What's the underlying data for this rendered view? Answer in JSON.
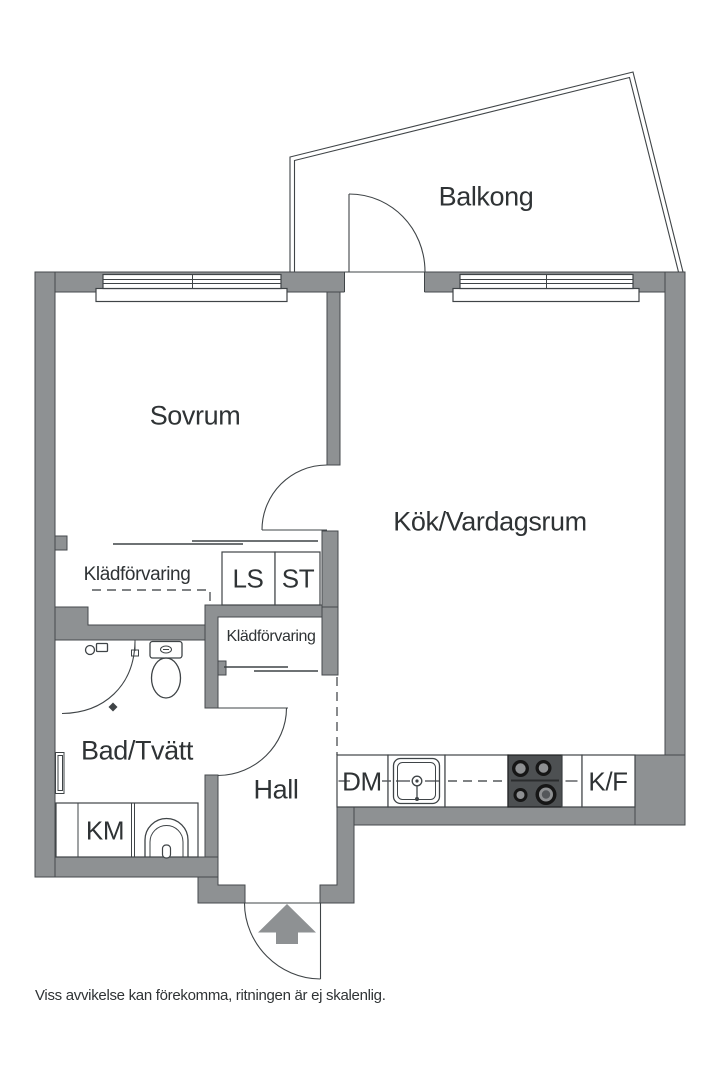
{
  "colors": {
    "wall": "#8e9193",
    "outline": "#45494c",
    "line": "#3f4447",
    "dashline": "#55595c",
    "stove": "#4d5052",
    "burner_dark": "#161616",
    "burner_mid": "#8e9092",
    "burner_center": "#54575a",
    "text": "#2f3335"
  },
  "icons": {
    "toilet": "svg-shape",
    "shower": "svg-shape",
    "washbasin": "svg-shape",
    "kitchen_sink": "svg-shape",
    "stove": "svg-shape",
    "entrance_arrow": "svg-shape",
    "window": "svg-shape",
    "door_arc": "svg-shape"
  },
  "plan": {
    "balkong": "Balkong",
    "sovrum": "Sovrum",
    "kok_vardagsrum": "Kök/Vardagsrum",
    "kladforvaring_upper": "Klädförvaring",
    "ls": "LS",
    "st": "ST",
    "kladforvaring_hall": "Klädförvaring",
    "bad_tvatt": "Bad/Tvätt",
    "hall": "Hall",
    "km": "KM",
    "dm": "DM",
    "kf": "K/F"
  },
  "footer": {
    "disclaimer": "Viss avvikelse kan förekomma, ritningen är ej skalenlig."
  }
}
